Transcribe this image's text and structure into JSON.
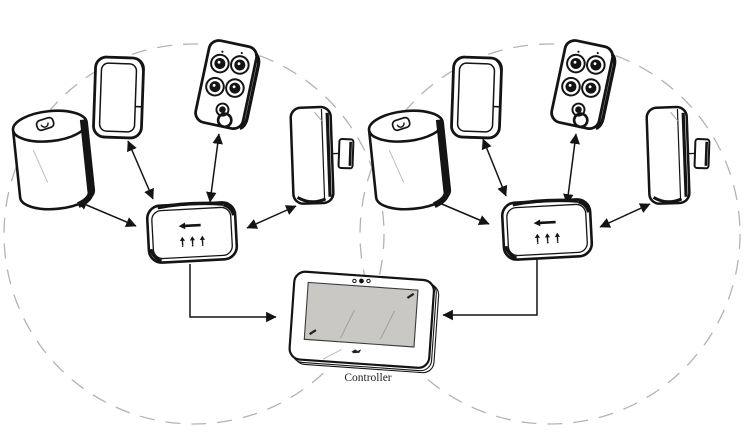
{
  "diagram": {
    "description": "Wireless security system topology: sensors communicate bidirectionally with a hub inside each of two dashed coverage zones; both hubs connect by wire into the central controller panel",
    "controller_label": "Controller",
    "zones": [
      {
        "id": "left-coverage-zone",
        "devices": [
          "siren",
          "window-sensor",
          "keyfob-remote",
          "door-window-sensor",
          "wireless-hub"
        ]
      },
      {
        "id": "right-coverage-zone",
        "devices": [
          "siren",
          "window-sensor",
          "keyfob-remote",
          "door-window-sensor",
          "wireless-hub"
        ]
      }
    ],
    "links": {
      "sensor_to_hub": "bidirectional wireless (double-headed arrows)",
      "hub_to_controller": "directed line with arrowhead into controller"
    }
  },
  "icons": {
    "hub_face": [
      "brand-mark",
      "signal-indicator",
      "signal-indicator",
      "signal-indicator"
    ],
    "keyfob_face": [
      "button",
      "button",
      "button",
      "button",
      "panic-button",
      "key-ring"
    ],
    "controller_face": [
      "status-dot",
      "camera-dot",
      "status-dot",
      "touchscreen",
      "brand-mark"
    ]
  },
  "colors": {
    "line": "#141414",
    "coverage_dash": "#b3b3b3",
    "screen_fill": "#c9c8c5",
    "background": "#ffffff",
    "label_text": "#222222"
  }
}
